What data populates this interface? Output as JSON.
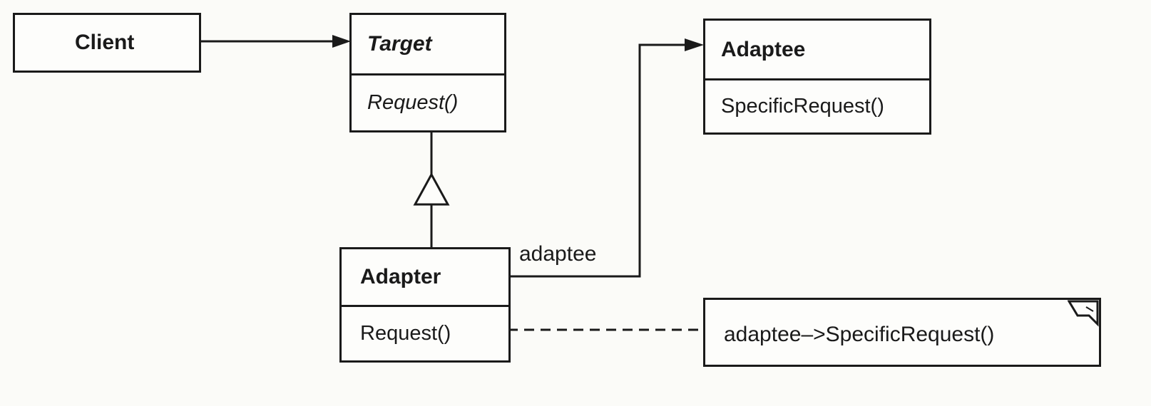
{
  "classes": {
    "client": {
      "name": "Client"
    },
    "target": {
      "name": "Target",
      "operation": "Request()"
    },
    "adaptee": {
      "name": "Adaptee",
      "operation": "SpecificRequest()"
    },
    "adapter": {
      "name": "Adapter",
      "operation": "Request()"
    }
  },
  "association_label": "adaptee",
  "note": {
    "text": "adaptee–>SpecificRequest()"
  }
}
